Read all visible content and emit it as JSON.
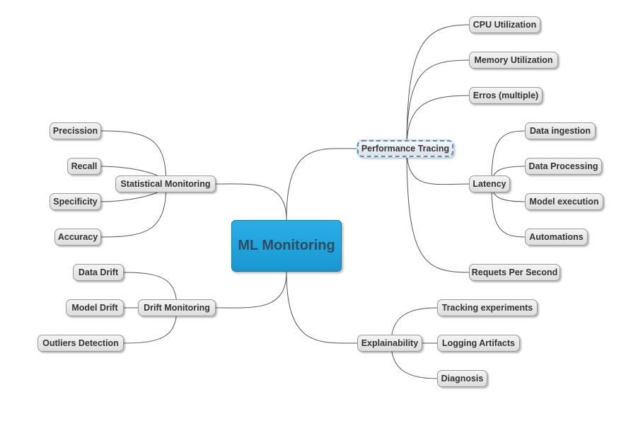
{
  "central": {
    "label": "ML Monitoring"
  },
  "branches": {
    "performance": {
      "label": "Performance Tracing",
      "children": {
        "cpu": "CPU Utilization",
        "memory": "Memory Utilization",
        "errors": "Erros (multiple)",
        "latency": {
          "label": "Latency",
          "children": {
            "ingestion": "Data ingestion",
            "processing": "Data Processing",
            "execution": "Model execution",
            "automations": "Automations"
          }
        },
        "rps": "Requets Per Second"
      }
    },
    "explainability": {
      "label": "Explainability",
      "children": {
        "tracking": "Tracking experiments",
        "logging": "Logging Artifacts",
        "diagnosis": "Diagnosis"
      }
    },
    "statistical": {
      "label": "Statistical Monitoring",
      "children": {
        "precision": "Precission",
        "recall": "Recall",
        "specificity": "Specificity",
        "accuracy": "Accuracy"
      }
    },
    "drift": {
      "label": "Drift Monitoring",
      "children": {
        "data_drift": "Data Drift",
        "model_drift": "Model Drift",
        "outliers": "Outliers Detection"
      }
    }
  },
  "colors": {
    "central_fill": "#1fa3dc",
    "node_fill": "#e6e6e6",
    "selected_border": "#5a8fb8",
    "connector": "#555555"
  }
}
